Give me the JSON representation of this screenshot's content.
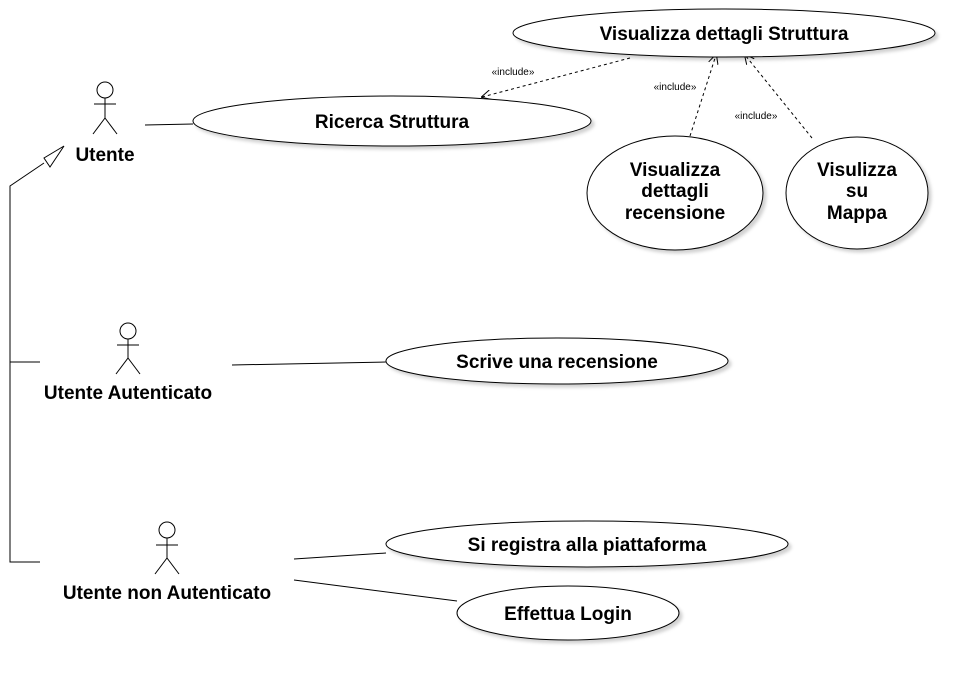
{
  "actors": {
    "utente": "Utente",
    "autenticato": "Utente Autenticato",
    "non_autenticato": "Utente non Autenticato"
  },
  "use_cases": {
    "ricerca": "Ricerca Struttura",
    "dettagli_struttura": "Visualizza dettagli Struttura",
    "dettagli_recensione": [
      "Visualizza",
      "dettagli",
      "recensione"
    ],
    "mappa": [
      "Visulizza",
      "su",
      "Mappa"
    ],
    "recensione": "Scrive una recensione",
    "registra": "Si registra alla piattaforma",
    "login": "Effettua Login"
  },
  "relations": {
    "include": "«include»"
  }
}
